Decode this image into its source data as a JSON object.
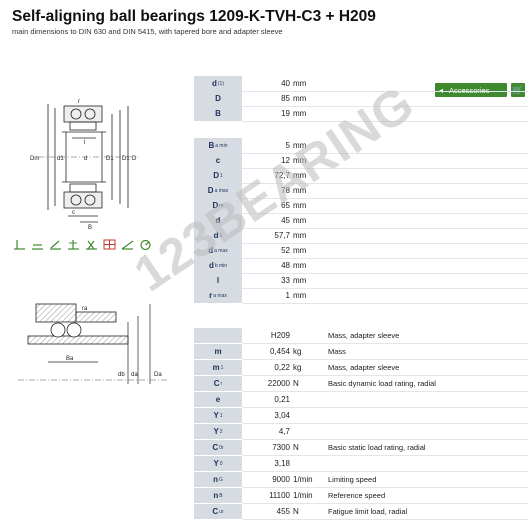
{
  "header": {
    "title": "Self-aligning ball bearings 1209-K-TVH-C3 + H209",
    "subtitle": "main dimensions to DIN 630 and DIN 5415, with tapered bore and adapter sleeve"
  },
  "toolbar": {
    "accessories_label": "Accessories"
  },
  "drawing1_labels": {
    "r": "r",
    "dm": "Dm",
    "d1": "d1",
    "b": "B",
    "d": "d",
    "D1": "D1",
    "D2": "D1",
    "D": "D",
    "c": "c",
    "b2": "B",
    "l": "l"
  },
  "drawing2_labels": {
    "ra": "ra",
    "ba": "Ba",
    "db": "db",
    "da": "da",
    "Da": "Da"
  },
  "rows": [
    {
      "label": "d",
      "sub": "(1)",
      "value": "40",
      "unit": "mm",
      "desc": ""
    },
    {
      "label": "D",
      "sub": "",
      "value": "85",
      "unit": "mm",
      "desc": ""
    },
    {
      "label": "B",
      "sub": "",
      "value": "19",
      "unit": "mm",
      "desc": ""
    },
    {
      "label": "B",
      "sub": "a min",
      "value": "5",
      "unit": "mm",
      "desc": ""
    },
    {
      "label": "c",
      "sub": "",
      "value": "12",
      "unit": "mm",
      "desc": ""
    },
    {
      "label": "D",
      "sub": "1",
      "value": "72,7",
      "unit": "mm",
      "desc": ""
    },
    {
      "label": "D",
      "sub": "a max",
      "value": "78",
      "unit": "mm",
      "desc": ""
    },
    {
      "label": "D",
      "sub": "m",
      "value": "65",
      "unit": "mm",
      "desc": ""
    },
    {
      "label": "d",
      "sub": "",
      "value": "45",
      "unit": "mm",
      "desc": ""
    },
    {
      "label": "d",
      "sub": "1",
      "value": "57,7",
      "unit": "mm",
      "desc": ""
    },
    {
      "label": "d",
      "sub": "a max",
      "value": "52",
      "unit": "mm",
      "desc": ""
    },
    {
      "label": "d",
      "sub": "b min",
      "value": "48",
      "unit": "mm",
      "desc": ""
    },
    {
      "label": "l",
      "sub": "",
      "value": "33",
      "unit": "mm",
      "desc": ""
    },
    {
      "label": "r",
      "sub": "a max",
      "value": "1",
      "unit": "mm",
      "desc": ""
    },
    {
      "label": "",
      "sub": "",
      "value": "H209",
      "unit": "",
      "desc": "Mass, adapter sleeve"
    },
    {
      "label": "m",
      "sub": "",
      "value": "0,454",
      "unit": "kg",
      "desc": "Mass"
    },
    {
      "label": "m",
      "sub": "1",
      "value": "0,22",
      "unit": "kg",
      "desc": "Mass, adapter sleeve"
    },
    {
      "label": "C",
      "sub": "r",
      "value": "22000",
      "unit": "N",
      "desc": "Basic dynamic load rating, radial"
    },
    {
      "label": "e",
      "sub": "",
      "value": "0,21",
      "unit": "",
      "desc": ""
    },
    {
      "label": "Y",
      "sub": "1",
      "value": "3,04",
      "unit": "",
      "desc": ""
    },
    {
      "label": "Y",
      "sub": "2",
      "value": "4,7",
      "unit": "",
      "desc": ""
    },
    {
      "label": "C",
      "sub": "0r",
      "value": "7300",
      "unit": "N",
      "desc": "Basic static load rating, radial"
    },
    {
      "label": "Y",
      "sub": "0",
      "value": "3,18",
      "unit": "",
      "desc": ""
    },
    {
      "label": "n",
      "sub": "G",
      "value": "9000",
      "unit": "1/min",
      "desc": "Limiting speed"
    },
    {
      "label": "n",
      "sub": "B",
      "value": "11100",
      "unit": "1/min",
      "desc": "Reference speed"
    },
    {
      "label": "C",
      "sub": "ur",
      "value": "455",
      "unit": "N",
      "desc": "Fatigue limit load, radial"
    }
  ],
  "watermark": "123BEARING"
}
